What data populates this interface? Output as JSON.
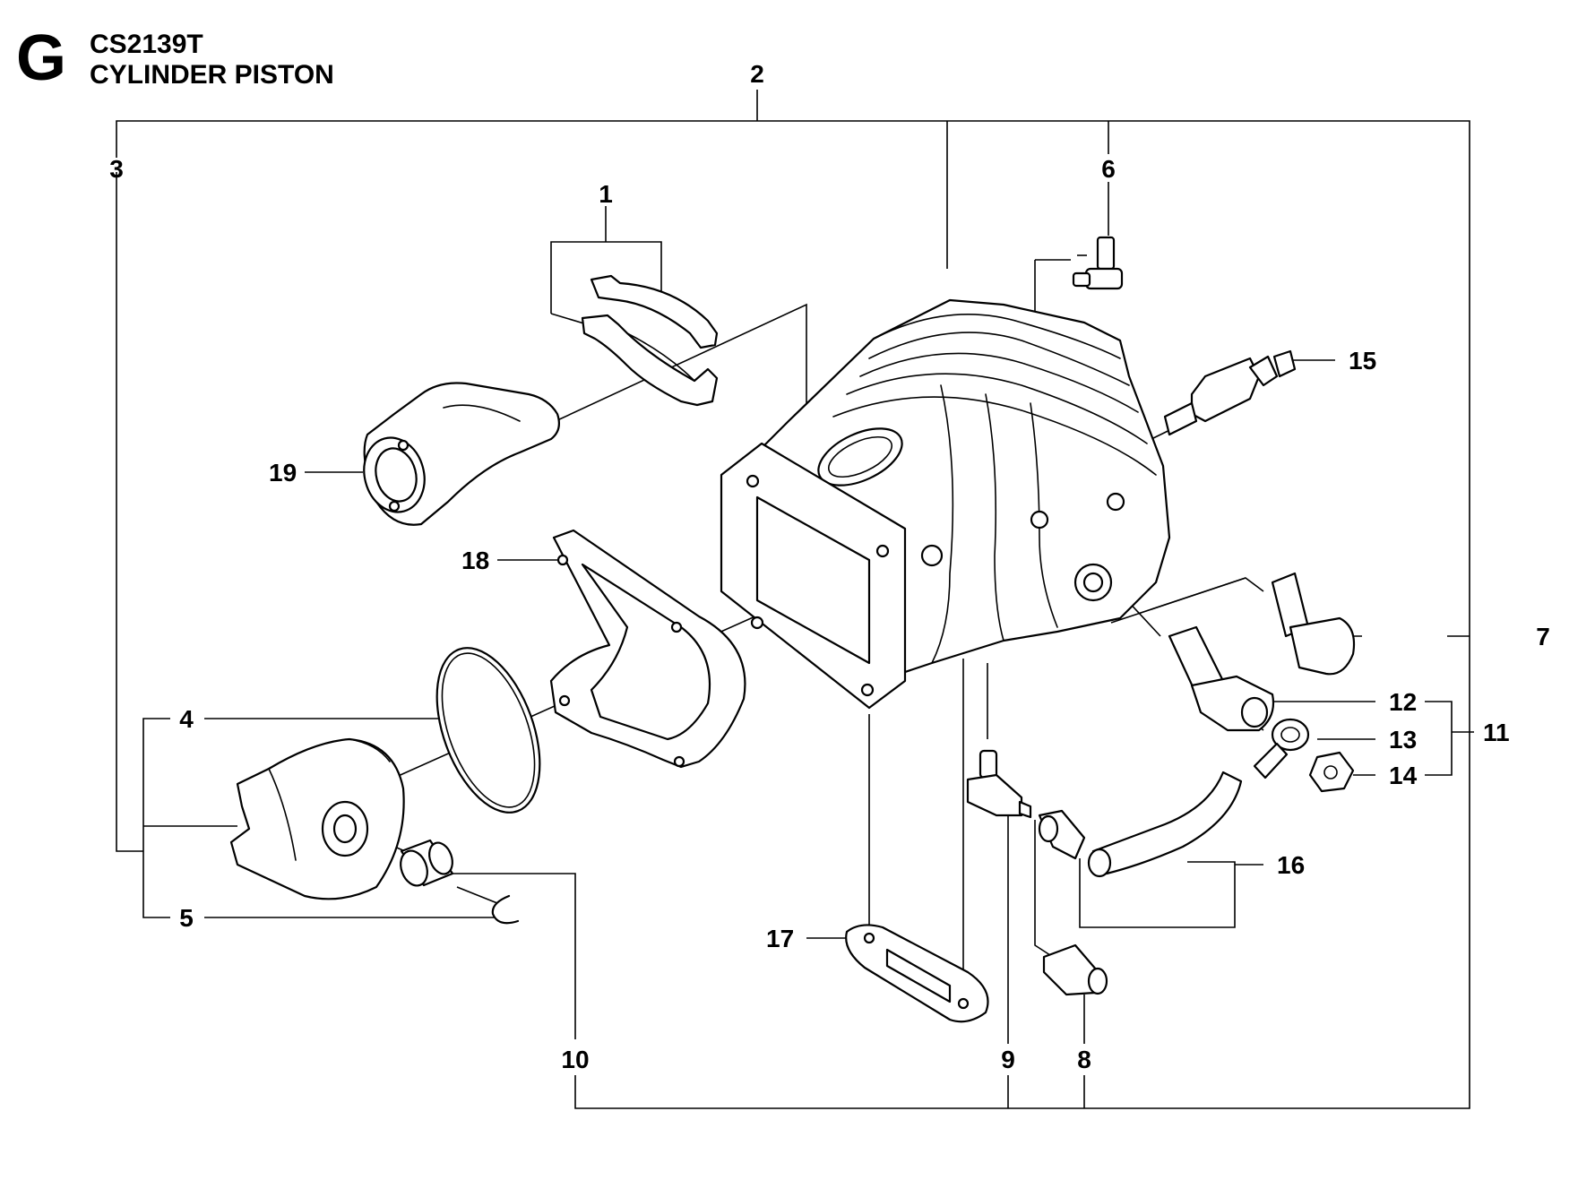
{
  "header": {
    "section_letter": "G",
    "model": "CS2139T",
    "title": "CYLINDER PISTON"
  },
  "callouts": [
    {
      "id": "c1",
      "label": "1"
    },
    {
      "id": "c2",
      "label": "2"
    },
    {
      "id": "c3",
      "label": "3"
    },
    {
      "id": "c4",
      "label": "4"
    },
    {
      "id": "c5",
      "label": "5"
    },
    {
      "id": "c6",
      "label": "6"
    },
    {
      "id": "c7",
      "label": "7"
    },
    {
      "id": "c8",
      "label": "8"
    },
    {
      "id": "c9",
      "label": "9"
    },
    {
      "id": "c10",
      "label": "10"
    },
    {
      "id": "c11",
      "label": "11"
    },
    {
      "id": "c12",
      "label": "12"
    },
    {
      "id": "c13",
      "label": "13"
    },
    {
      "id": "c14",
      "label": "14"
    },
    {
      "id": "c15",
      "label": "15"
    },
    {
      "id": "c16",
      "label": "16"
    },
    {
      "id": "c17",
      "label": "17"
    },
    {
      "id": "c18",
      "label": "18"
    },
    {
      "id": "c19",
      "label": "19"
    }
  ]
}
